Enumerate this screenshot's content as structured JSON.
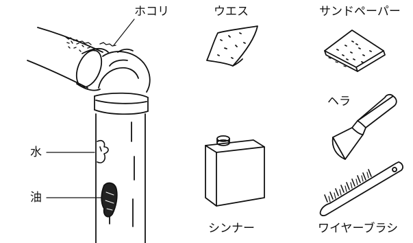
{
  "labels": {
    "dust": "ホコリ",
    "water": "水",
    "oil": "油",
    "rag": "ウエス",
    "sandpaper": "サンドペーパー",
    "spatula": "ヘラ",
    "thinner": "シンナー",
    "wire_brush": "ワイヤーブラシ"
  },
  "colors": {
    "ink": "#111111",
    "background": "#ffffff"
  }
}
